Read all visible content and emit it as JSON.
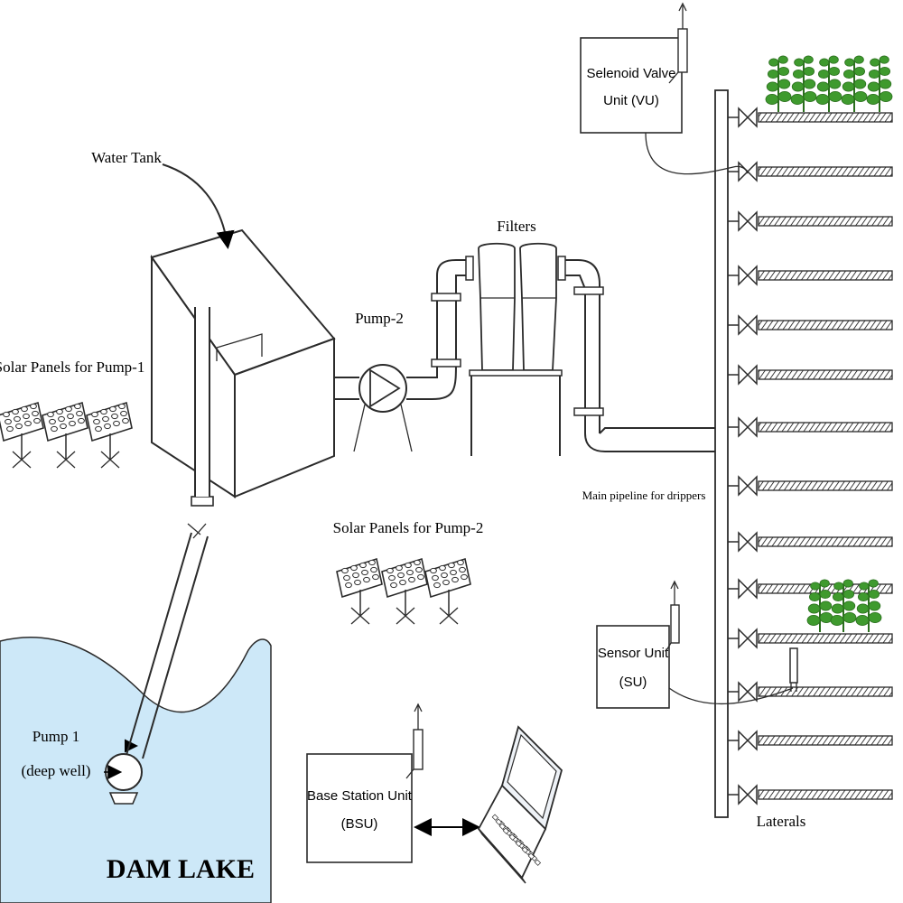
{
  "labels": {
    "water_tank": "Water Tank",
    "pump2": "Pump-2",
    "filters": "Filters",
    "solar_pump1": "Solar Panels for Pump-1",
    "solar_pump2": "Solar Panels for Pump-2",
    "main_pipeline": "Main pipeline for drippers",
    "laterals": "Laterals",
    "pump1_line1": "Pump 1",
    "pump1_line2": "(deep well)",
    "dam_lake": "DAM LAKE"
  },
  "units": {
    "valve_unit": {
      "line1": "Selenoid Valve",
      "line2": "Unit (VU)"
    },
    "sensor_unit": {
      "line1": "Sensor Unit",
      "line2": "(SU)"
    },
    "base_station": {
      "line1": "Base Station Unit",
      "line2": "(BSU)"
    }
  },
  "colors": {
    "water": "#cde8f8",
    "plant_leaf": "#3f9a2e",
    "plant_leaf_dark": "#2a6e1d",
    "line": "#2b2b2b"
  },
  "icons": {
    "valve": "gate-valve-icon",
    "plant": "plant-icon",
    "antenna": "antenna-icon",
    "laptop": "laptop-icon",
    "solar": "solar-panel-icon"
  }
}
